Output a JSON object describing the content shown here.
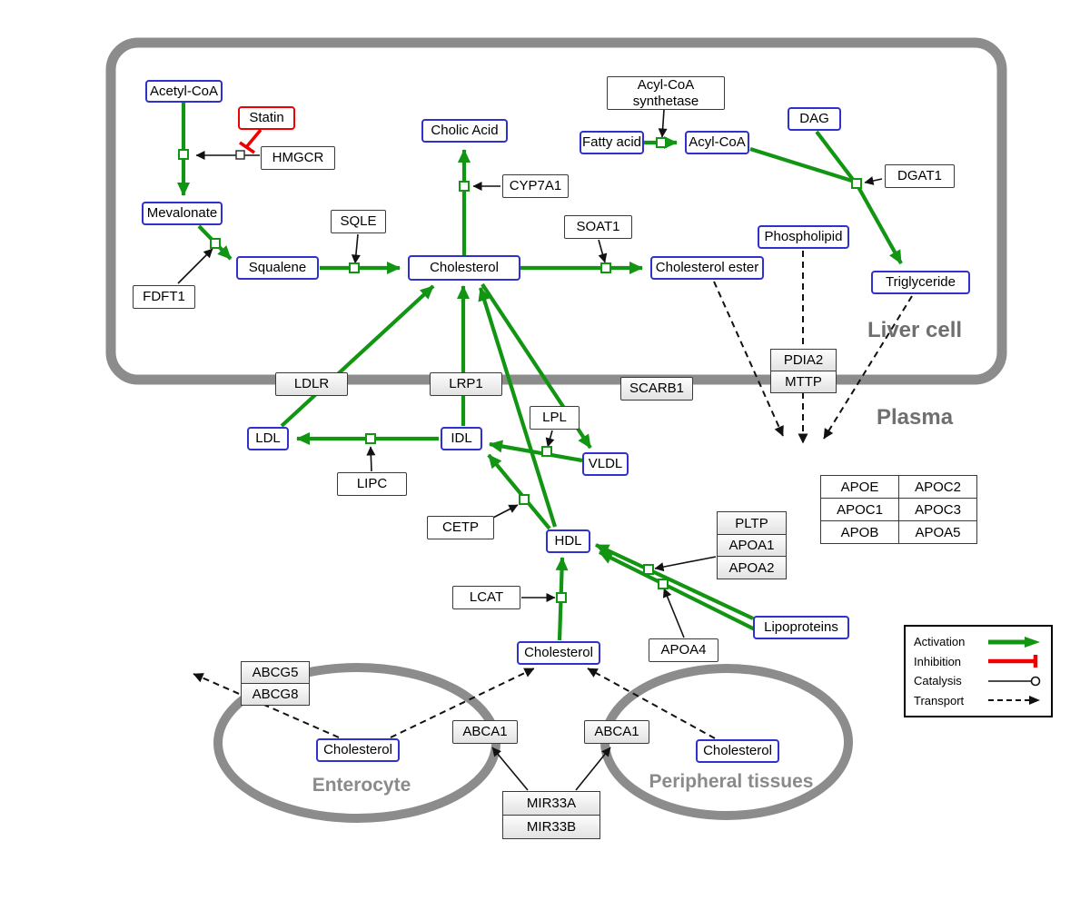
{
  "regions": {
    "liver": "Liver cell",
    "plasma": "Plasma",
    "enterocyte": "Enterocyte",
    "peripheral": "Peripheral tissues"
  },
  "species": {
    "acetyl_coa": "Acetyl-CoA",
    "statin": "Statin",
    "mevalonate": "Mevalonate",
    "squalene": "Squalene",
    "cholesterol_liver": "Cholesterol",
    "cholic_acid": "Cholic Acid",
    "cholesterol_ester": "Cholesterol ester",
    "fatty_acid": "Fatty acid",
    "acyl_coa": "Acyl-CoA",
    "dag": "DAG",
    "phospholipid": "Phospholipid",
    "triglyceride": "Triglyceride",
    "ldl": "LDL",
    "idl": "IDL",
    "vldl": "VLDL",
    "hdl": "HDL",
    "lipoproteins": "Lipoproteins",
    "cholesterol_plasma": "Cholesterol",
    "cholesterol_enterocyte": "Cholesterol",
    "cholesterol_peripheral": "Cholesterol"
  },
  "proteins": {
    "hmgcr": "HMGCR",
    "fdft1": "FDFT1",
    "sqle": "SQLE",
    "cyp7a1": "CYP7A1",
    "soat1": "SOAT1",
    "acyl_coa_synthetase": "Acyl-CoA synthetase",
    "dgat1": "DGAT1",
    "ldlr": "LDLR",
    "lrp1": "LRP1",
    "scarb1": "SCARB1",
    "lipc": "LIPC",
    "lpl": "LPL",
    "cetp": "CETP",
    "lcat": "LCAT",
    "apoa4": "APOA4",
    "abca1_left": "ABCA1",
    "abca1_right": "ABCA1"
  },
  "stacks": {
    "pdia2_mttp": [
      "PDIA2",
      "MTTP"
    ],
    "pltp": [
      "PLTP",
      "APOA1",
      "APOA2"
    ],
    "abcg": [
      "ABCG5",
      "ABCG8"
    ],
    "mir33": [
      "MIR33A",
      "MIR33B"
    ]
  },
  "apo_table": [
    [
      "APOE",
      "APOC2"
    ],
    [
      "APOC1",
      "APOC3"
    ],
    [
      "APOB",
      "APOA5"
    ]
  ],
  "legend": {
    "activation": "Activation",
    "inhibition": "Inhibition",
    "catalysis": "Catalysis",
    "transport": "Transport"
  },
  "colors": {
    "activation_green": "#129512",
    "inhibition_red": "#ee0000",
    "species_border_blue": "#3030cc",
    "membrane_gray": "#8c8c8c",
    "catalysis_black": "#111111"
  }
}
